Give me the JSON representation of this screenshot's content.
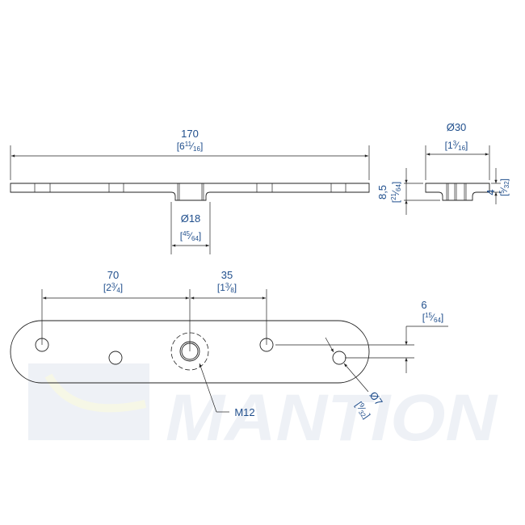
{
  "watermark": {
    "brand": "MANTION",
    "color": "#eef1f6"
  },
  "colors": {
    "dimension_text": "#1f4e8c",
    "lines": "#222222"
  },
  "top_view": {
    "length": {
      "mm": "170",
      "inch_whole": "6",
      "inch_num": "11",
      "inch_den": "16"
    },
    "boss_diameter": {
      "mm": "Ø18",
      "inch_num": "45",
      "inch_den": "64"
    }
  },
  "side_view": {
    "diameter": {
      "mm": "Ø30",
      "inch_whole": "1",
      "inch_num": "3",
      "inch_den": "16"
    },
    "total_height": {
      "mm": "8,5",
      "inch_num": "21",
      "inch_den": "64"
    },
    "thickness": {
      "mm": "4",
      "inch_num": "5",
      "inch_den": "32"
    }
  },
  "plan_view": {
    "spacing_1": {
      "mm": "70",
      "inch_whole": "2",
      "inch_num": "3",
      "inch_den": "4"
    },
    "spacing_2": {
      "mm": "35",
      "inch_whole": "1",
      "inch_num": "3",
      "inch_den": "8"
    },
    "offset": {
      "mm": "6",
      "inch_num": "15",
      "inch_den": "64"
    },
    "thread": "M12",
    "hole_diameter": {
      "mm": "Ø7",
      "inch_num": "9",
      "inch_den": "32"
    }
  }
}
